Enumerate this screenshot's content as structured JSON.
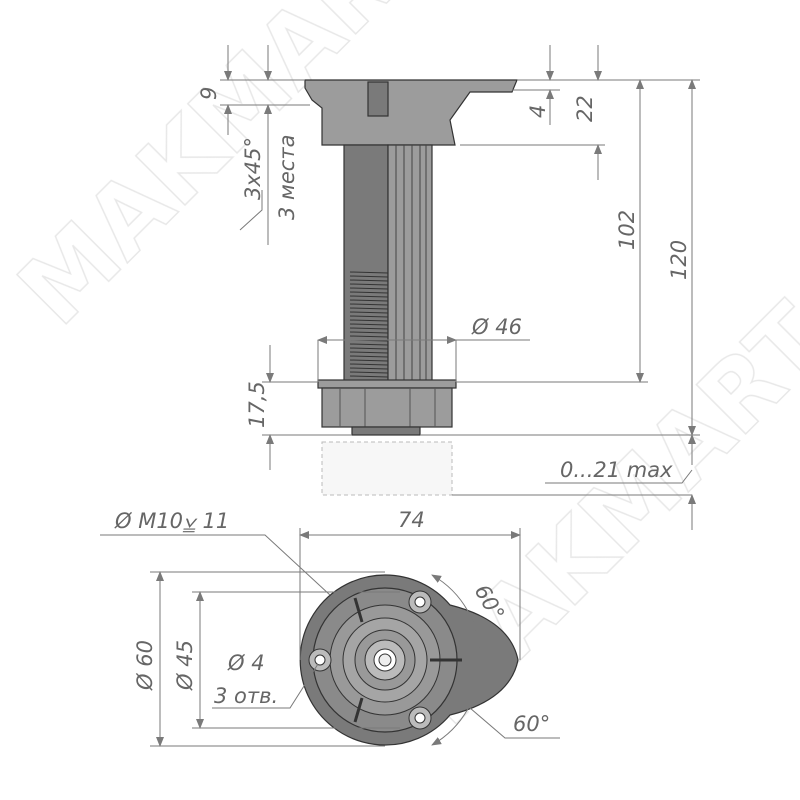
{
  "watermark": "MAKMART",
  "side_view": {
    "dim_top_9": "9",
    "chamfer": "3x45°",
    "chamfer_count": "3 места",
    "dim_4": "4",
    "dim_22": "22",
    "dim_102": "102",
    "dim_120": "120",
    "dim_diameter_46": "Ø 46",
    "dim_17_5": "17,5",
    "adjustment": "0...21 max"
  },
  "bottom_view": {
    "thread": "Ø M10⩣ 11",
    "dim_74": "74",
    "angle_top": "60°",
    "dim_diameter_60": "Ø 60",
    "dim_diameter_45": "Ø 45",
    "hole_diameter": "Ø 4",
    "hole_count": "3 отв.",
    "angle_bottom": "60°"
  }
}
